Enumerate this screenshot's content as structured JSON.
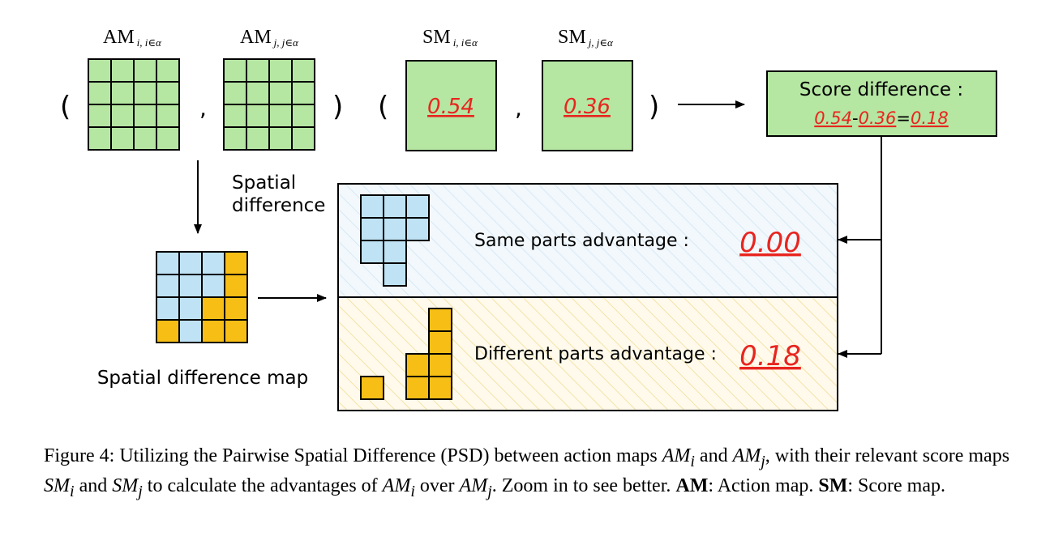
{
  "labels": {
    "am_i": "AM",
    "am_i_sub": "i, i∈α",
    "am_j": "AM",
    "am_j_sub": "j, j∈α",
    "sm_i": "SM",
    "sm_i_sub": "i, i∈α",
    "sm_j": "SM",
    "sm_j_sub": "j, j∈α",
    "open_paren": "(",
    "close_paren": ")",
    "comma": ",",
    "spatial_difference_1": "Spatial",
    "spatial_difference_2": "difference",
    "spatial_difference_map": "Spatial difference map"
  },
  "scores": {
    "sm_i_value": "0.54",
    "sm_j_value": "0.36"
  },
  "score_difference": {
    "title": "Score difference :",
    "a": "0.54",
    "minus": "-",
    "b": "0.36",
    "equals": "=",
    "result": "0.18"
  },
  "advantages": {
    "same_label": "Same parts advantage :",
    "same_value": "0.00",
    "different_label": "Different parts advantage :",
    "different_value": "0.18"
  },
  "caption": {
    "figure_label": "Figure 4: ",
    "t1": "Utilizing the Pairwise Spatial Difference (PSD) between action maps ",
    "am_i": "AM",
    "am_i_sub": "i",
    "t2": " and ",
    "am_j": "AM",
    "am_j_sub": "j",
    "t3": ", with their relevant score maps ",
    "sm_i": "SM",
    "sm_i_sub": "i",
    "t4": " and ",
    "sm_j": "SM",
    "sm_j_sub": "j",
    "t5": " to calculate the advantages of ",
    "am_i2": "AM",
    "am_i2_sub": "i",
    "t6": " over ",
    "am_j2": "AM",
    "am_j2_sub": "j",
    "t7": ". Zoom in to see better. ",
    "am_bold": "AM",
    "am_def": ": Action map. ",
    "sm_bold": "SM",
    "sm_def": ": Score map."
  },
  "colors": {
    "green": "#b5e6a2",
    "blue": "#bfe3f5",
    "orange": "#f7be16",
    "red": "#e8251f"
  },
  "diff_map": {
    "rows": [
      [
        "blue",
        "blue",
        "blue",
        "orange"
      ],
      [
        "blue",
        "blue",
        "blue",
        "orange"
      ],
      [
        "blue",
        "blue",
        "orange",
        "orange"
      ],
      [
        "orange",
        "blue",
        "orange",
        "orange"
      ]
    ]
  }
}
